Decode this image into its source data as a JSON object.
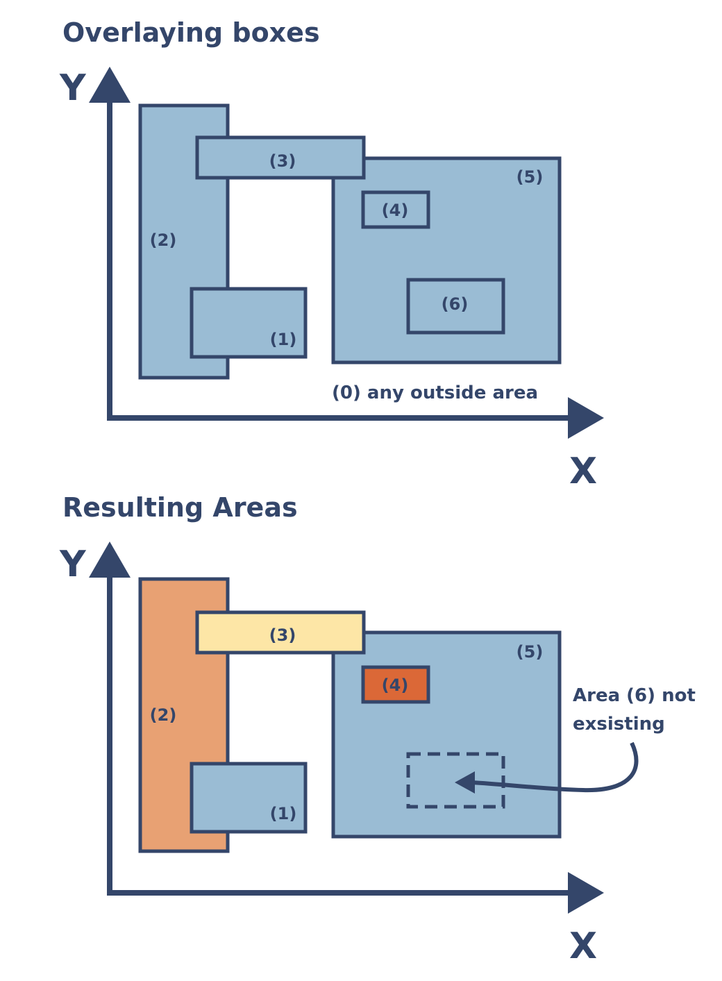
{
  "top": {
    "title": "Overlaying boxes",
    "y_axis": "Y",
    "x_axis": "X",
    "outside_label": "(0) any outside area",
    "labels": {
      "b1": "(1)",
      "b2": "(2)",
      "b3": "(3)",
      "b4": "(4)",
      "b5": "(5)",
      "b6": "(6)"
    }
  },
  "bottom": {
    "title": "Resulting Areas",
    "y_axis": "Y",
    "x_axis": "X",
    "labels": {
      "b1": "(1)",
      "b2": "(2)",
      "b3": "(3)",
      "b4": "(4)",
      "b5": "(5)"
    },
    "note_line1": "Area (6) not",
    "note_line2": "exsisting"
  },
  "colors": {
    "stroke": "#34466a",
    "box_blue": "#9abcd4",
    "area_2": "#e8a173",
    "area_3": "#fde6a6",
    "area_4": "#db6837"
  }
}
